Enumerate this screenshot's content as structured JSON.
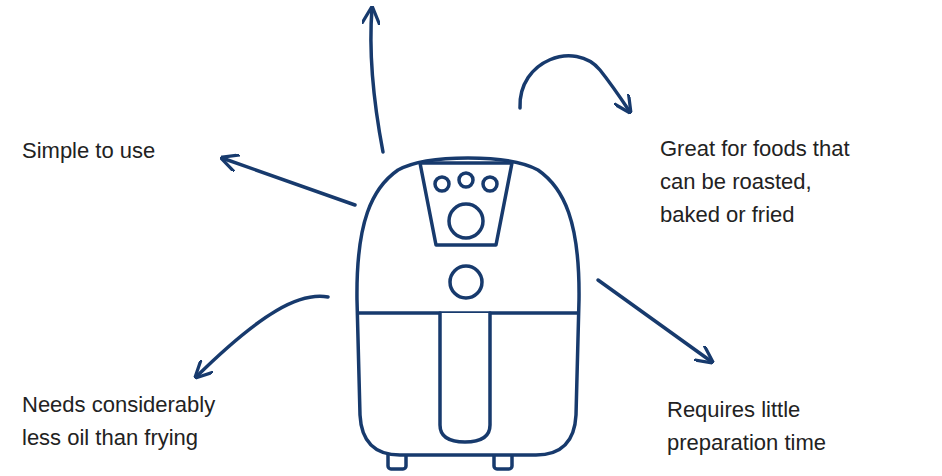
{
  "diagram": {
    "labels": [
      "Simple to use",
      "Great for foods that can be roasted, baked or fried",
      "Needs considerably less oil than frying",
      "Requires little preparation time"
    ]
  }
}
